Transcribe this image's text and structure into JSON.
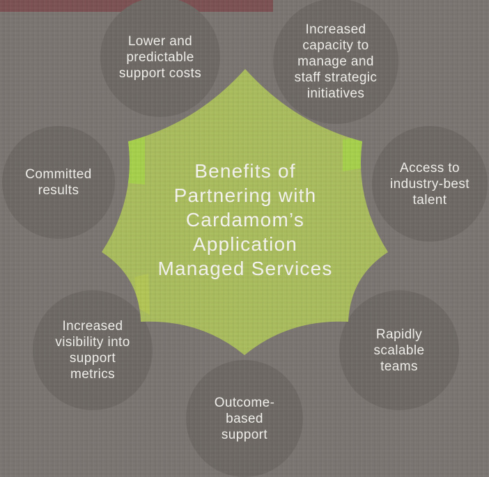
{
  "diagram": {
    "title": "Benefits of\nPartnering with\nCardamom’s\nApplication\nManaged Services",
    "benefits": [
      {
        "id": "lower-support-costs",
        "label": "Lower and\npredictable\nsupport costs"
      },
      {
        "id": "increased-capacity",
        "label": "Increased\ncapacity to\nmanage and\nstaff strategic\ninitiatives"
      },
      {
        "id": "committed-results",
        "label": "Committed\nresults"
      },
      {
        "id": "industry-best-talent",
        "label": "Access to\nindustry-best\ntalent"
      },
      {
        "id": "visibility-into-metrics",
        "label": "Increased\nvisibility into\nsupport\nmetrics"
      },
      {
        "id": "outcome-based-support",
        "label": "Outcome-\nbased\nsupport"
      },
      {
        "id": "rapidly-scalable-teams",
        "label": "Rapidly\nscalable\nteams"
      }
    ],
    "colors": {
      "star_green": "#a9bc5d",
      "star_highlight_green": "#a6d04c",
      "circle_gray": "#6e6964",
      "background_gray": "#7b7572",
      "top_strip_red": "#7c5254",
      "text_white": "#f2f1ee"
    }
  }
}
